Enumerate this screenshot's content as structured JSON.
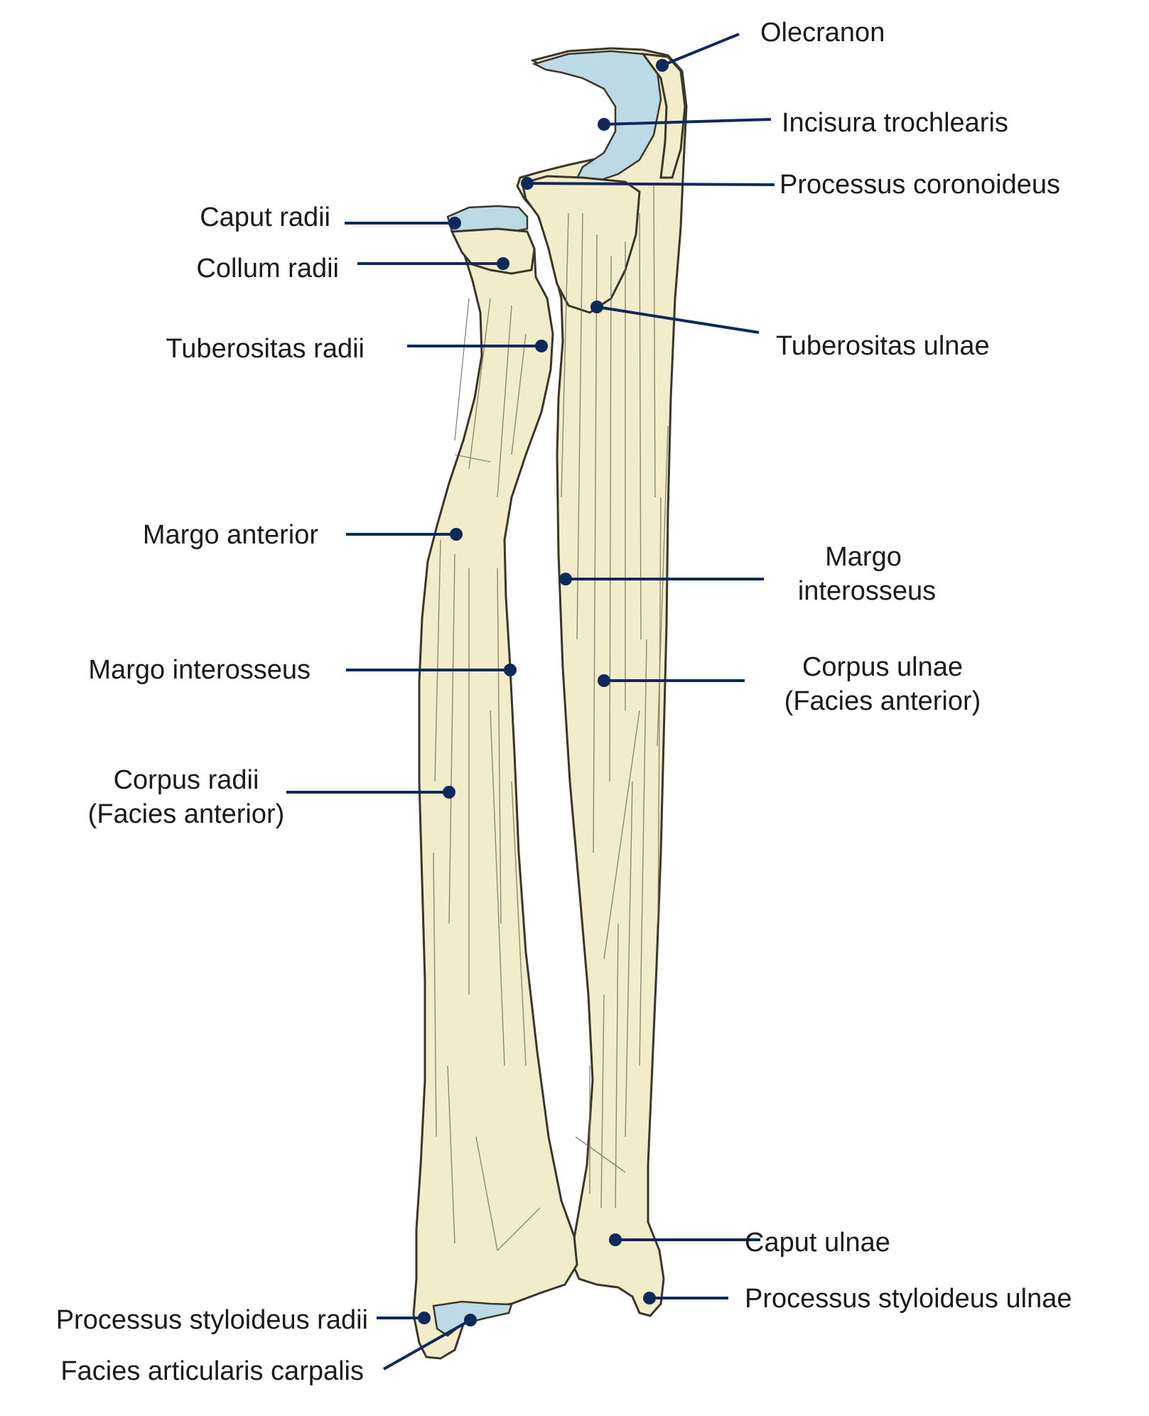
{
  "labels": {
    "olecranon": "Olecranon",
    "incisura_trochlearis": "Incisura trochlearis",
    "processus_coronoideus": "Processus coronoideus",
    "caput_radii": "Caput radii",
    "collum_radii": "Collum radii",
    "tuberositas_radii": "Tuberositas radii",
    "tuberositas_ulnae": "Tuberositas ulnae",
    "margo_anterior": "Margo anterior",
    "margo_interosseus_ulnae_line1": "Margo",
    "margo_interosseus_ulnae_line2": "interosseus",
    "margo_interosseus_radii": "Margo interosseus",
    "corpus_ulnae_line1": "Corpus ulnae",
    "corpus_ulnae_line2": "(Facies anterior)",
    "corpus_radii_line1": "Corpus radii",
    "corpus_radii_line2": "(Facies anterior)",
    "caput_ulnae": "Caput ulnae",
    "processus_styloideus_ulnae": "Processus styloideus ulnae",
    "processus_styloideus_radii": "Processus styloideus radii",
    "facies_articularis_carpalis": "Facies articularis carpalis"
  },
  "colors": {
    "leader": "#0e2a5c",
    "bone": "#f3eccb",
    "cartilage": "#bcd9e6",
    "outline": "#3b362a",
    "text": "#1a1a1a"
  }
}
